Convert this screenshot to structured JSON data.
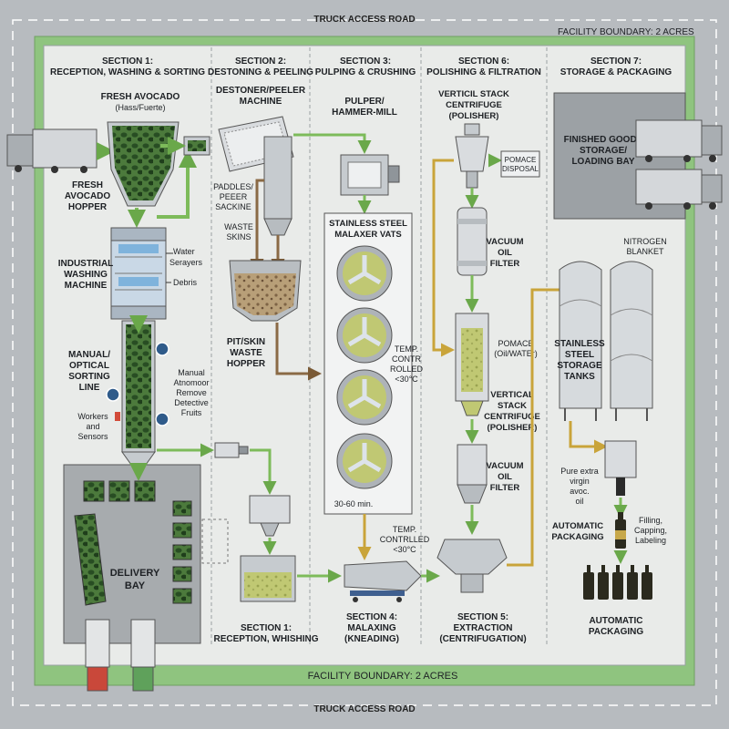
{
  "roads": {
    "top": "TRUCK ACCESS ROAD",
    "bottom": "TRUCK ACCESS ROAD"
  },
  "boundary": {
    "top": "FACILITY BOUNDARY: 2 ACRES",
    "bottom": "FACILITY BOUNDARY: 2 ACRES"
  },
  "sections": [
    {
      "num": "SECTION 1:",
      "name": "RECEPTION, WASHING & SORTING"
    },
    {
      "num": "SECTION 2:",
      "name": "DESTONING & PEELING"
    },
    {
      "num": "SECTION 3:",
      "name": "PULPING & CRUSHING"
    },
    {
      "num": "SECTION 6:",
      "name": "POLISHING & FILTRATION"
    },
    {
      "num": "SECTION 7:",
      "name": "STORAGE & PACKAGING"
    }
  ],
  "bottom_sections": [
    {
      "num": "SECTION 1:",
      "name": "RECEPTION, WHISHING"
    },
    {
      "num": "SECTION 4:",
      "name": "MALAXING"
    },
    {
      "num": "",
      "name": "(KNEADING)"
    },
    {
      "num": "SECTION 5:",
      "name": "EXTRACTION"
    },
    {
      "num": "",
      "name": "(CENTRIFUGATION)"
    }
  ],
  "labels": {
    "fresh_avocado": "FRESH AVOCADO",
    "fresh_avocado_sub": "(Hass/Fuerte)",
    "hopper_1": "FRESH",
    "hopper_2": "AVOCADO",
    "hopper_3": "HOPPER",
    "wash_1": "INDUSTRIAL",
    "wash_2": "WASHING",
    "wash_3": "MACHINE",
    "water_1": "Water",
    "water_2": "Serayers",
    "debris": "Debris",
    "sort_1": "MANUAL/",
    "sort_2": "OPTICAL",
    "sort_3": "SORTING",
    "sort_4": "LINE",
    "manual_1": "Manual",
    "manual_2": "Atnomoor",
    "manual_3": "Remove",
    "manual_4": "Detective",
    "manual_5": "Fruits",
    "workers_1": "Workers",
    "workers_2": "and",
    "workers_3": "Sensors",
    "delivery_1": "DELIVERY",
    "delivery_2": "BAY",
    "destoner_1": "DESTONER/PEELER",
    "destoner_2": "MACHINE",
    "paddles_1": "PADDLES/",
    "paddles_2": "PEEER",
    "paddles_3": "SACKINE",
    "waste_1": "WASTE",
    "waste_2": "SKINS",
    "pit_1": "PIT/SKIN",
    "pit_2": "WASTE",
    "pit_3": "HOPPER",
    "pulper_1": "PULPER/",
    "pulper_2": "HAMMER-MILL",
    "malaxer_1": "STAINLESS STEEL",
    "malaxer_2": "MALAXER VATS",
    "temp_a_1": "TEMP.",
    "temp_a_2": "CONTR",
    "temp_a_3": "ROLLED",
    "temp_a_4": "<30°C",
    "time": "30-60 min.",
    "temp_b_1": "TEMP.",
    "temp_b_2": "CONTRLLED",
    "temp_b_3": "<30°C",
    "vcent_1": "VERTICIL STACK",
    "vcent_2": "CENTRIFUGE",
    "vcent_3": "(POLISHER)",
    "pomace_disp_1": "POMACE",
    "pomace_disp_2": "DISPOSAL",
    "vac1_1": "VACUUM",
    "vac1_2": "OIL",
    "vac1_3": "FILTER",
    "pomace_1": "POMACE",
    "pomace_2": "(Oil/WATEr)",
    "vcent2_1": "VERTICAL",
    "vcent2_2": "STACK",
    "vcent2_3": "CENTRIFUGE",
    "vcent2_4": "(POLISHER)",
    "vac2_1": "VACUUM",
    "vac2_2": "OIL",
    "vac2_3": "FILTER",
    "finished_1": "FINISHED GOODS",
    "finished_2": "STORAGE/",
    "finished_3": "LOADING BAY",
    "nitrogen_1": "NITROGEN",
    "nitrogen_2": "BLANKET",
    "tanks_1": "STAINLESS",
    "tanks_2": "STEEL",
    "tanks_3": "STORAGE",
    "tanks_4": "TANKS",
    "pure_1": "Pure extra",
    "pure_2": "virgin",
    "pure_3": "avoc.",
    "pure_4": "oil",
    "autopack_1": "AUTOMATIC",
    "autopack_2": "PACKAGING",
    "filling_1": "Filling,",
    "filling_2": "Capping,",
    "filling_3": "Labeling",
    "autopack2_1": "AUTOMATIC",
    "autopack2_2": "PACKAGING"
  },
  "colors": {
    "road": "#b7bbbf",
    "boundary": "#8fc47f",
    "floor": "#e9ebe9",
    "steel": "#c6cbcf",
    "pulp": "#b8c46a",
    "avocado": "#2f5a2a",
    "oil": "#d8b84e",
    "arrow_green": "#7dbb5a",
    "arrow_brown": "#8a6a45"
  }
}
